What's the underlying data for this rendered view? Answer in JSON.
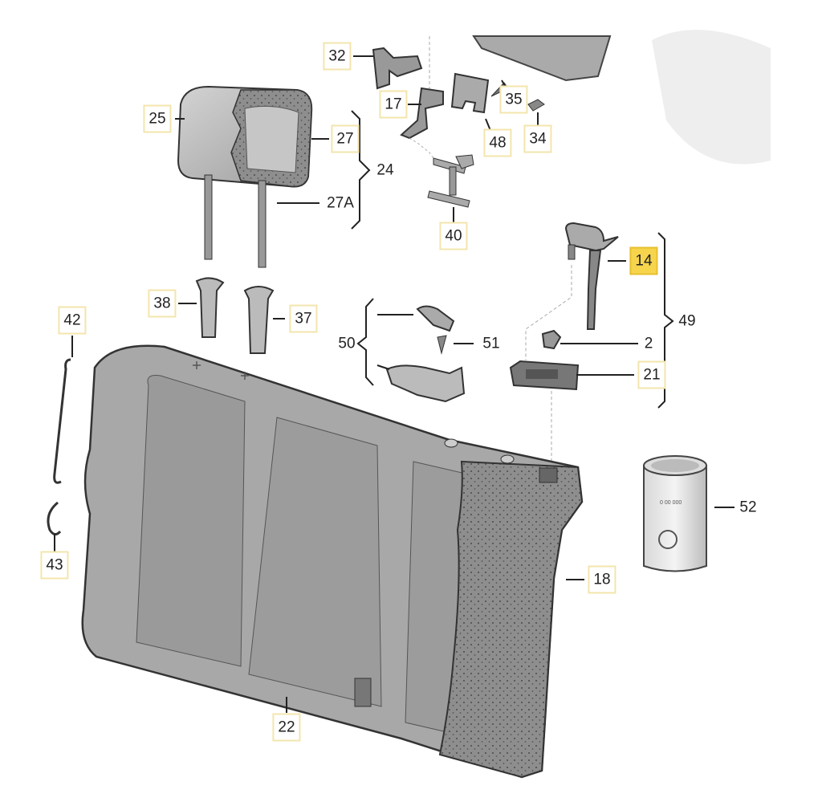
{
  "diagram": {
    "title": "Rear seat backrest exploded parts diagram",
    "highlight_color": "#f6d54d",
    "label_border_color": "#f3e5ad",
    "part_labels": [
      {
        "id": "p32",
        "text": "32",
        "boxed": true
      },
      {
        "id": "p17",
        "text": "17",
        "boxed": true
      },
      {
        "id": "p35",
        "text": "35",
        "boxed": true
      },
      {
        "id": "p48",
        "text": "48",
        "boxed": true
      },
      {
        "id": "p34",
        "text": "34",
        "boxed": true
      },
      {
        "id": "p25",
        "text": "25",
        "boxed": true
      },
      {
        "id": "p27",
        "text": "27",
        "boxed": true
      },
      {
        "id": "p24",
        "text": "24",
        "boxed": false
      },
      {
        "id": "p27a",
        "text": "27A",
        "boxed": false
      },
      {
        "id": "p40",
        "text": "40",
        "boxed": true
      },
      {
        "id": "p14",
        "text": "14",
        "boxed": true,
        "highlighted": true
      },
      {
        "id": "p49",
        "text": "49",
        "boxed": false
      },
      {
        "id": "p38",
        "text": "38",
        "boxed": true
      },
      {
        "id": "p37",
        "text": "37",
        "boxed": true
      },
      {
        "id": "p42",
        "text": "42",
        "boxed": true
      },
      {
        "id": "p50",
        "text": "50",
        "boxed": false
      },
      {
        "id": "p51",
        "text": "51",
        "boxed": false
      },
      {
        "id": "p2",
        "text": "2",
        "boxed": false
      },
      {
        "id": "p21",
        "text": "21",
        "boxed": true
      },
      {
        "id": "p52",
        "text": "52",
        "boxed": false
      },
      {
        "id": "p18",
        "text": "18",
        "boxed": true
      },
      {
        "id": "p43",
        "text": "43",
        "boxed": true
      },
      {
        "id": "p22",
        "text": "22",
        "boxed": true
      }
    ]
  }
}
